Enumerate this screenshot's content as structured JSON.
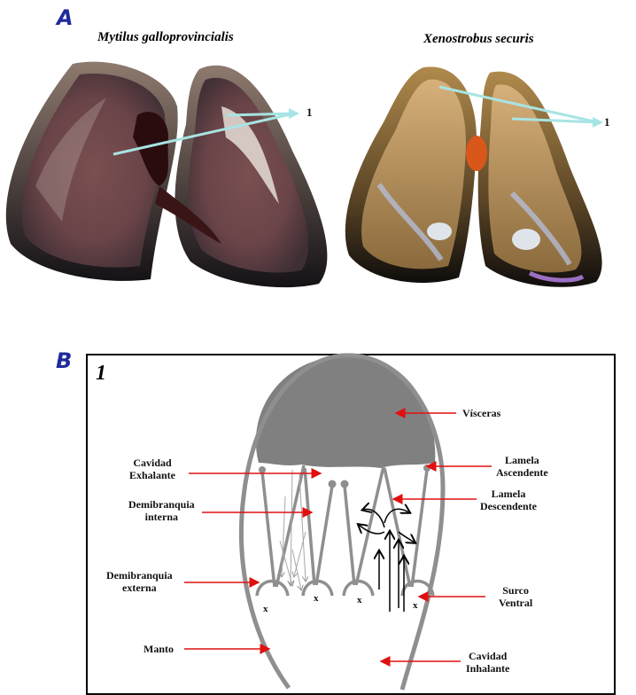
{
  "panelA": {
    "letter": "A",
    "species_left": "Mytilus galloprovincialis",
    "species_right": "Xenostrobus securis",
    "marker_left": "1",
    "marker_right": "1"
  },
  "panelB": {
    "letter": "B",
    "box_number": "1",
    "gill_markers": [
      "x",
      "x",
      "x",
      "x"
    ],
    "labels": {
      "visceras": "Vísceras",
      "cavidad_exhalante_1": "Cavidad",
      "cavidad_exhalante_2": "Exhalante",
      "lamela_ascendente_1": "Lamela",
      "lamela_ascendente_2": "Ascendente",
      "lamela_descendente_1": "Lamela",
      "lamela_descendente_2": "Descendente",
      "demibranquia_interna_1": "Demibranquia",
      "demibranquia_interna_2": "interna",
      "demibranquia_externa_1": "Demibranquia",
      "demibranquia_externa_2": "externa",
      "surco_ventral_1": "Surco",
      "surco_ventral_2": "Ventral",
      "manto": "Manto",
      "cavidad_inhalante_1": "Cavidad",
      "cavidad_inhalante_2": "Inhalante"
    }
  },
  "colors": {
    "panel_letter": "#1f2a9a",
    "pointer_arrow": "#e01010",
    "photo_pointer": "#a8e4e4",
    "viscera_fill": "#808080",
    "gill_stroke": "#8f8f8f"
  }
}
